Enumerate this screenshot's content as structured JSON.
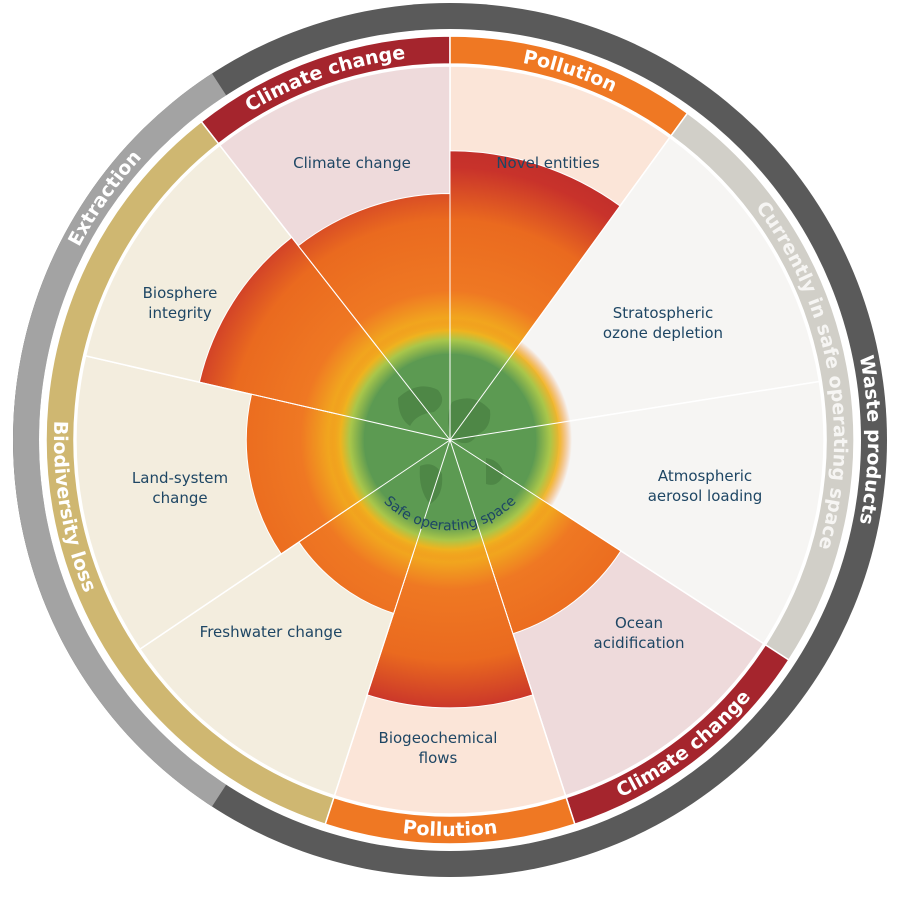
{
  "center_label": "Safe operating space",
  "boundaries": [
    {
      "label": "Novel entities",
      "group": "pollution",
      "status": "transgressed",
      "level": 0.95
    },
    {
      "label": "Stratospheric ozone depletion",
      "group": "safe",
      "status": "safe",
      "level": 0.35
    },
    {
      "label": "Atmospheric aerosol loading",
      "group": "safe",
      "status": "safe",
      "level": 0.33
    },
    {
      "label": "Ocean acidification",
      "group": "climate",
      "status": "increasing",
      "level": 0.55
    },
    {
      "label": "Biogeochemical flows",
      "group": "pollution",
      "status": "transgressed",
      "level": 0.85
    },
    {
      "label": "Freshwater change",
      "group": "biodiversity",
      "status": "increasing",
      "level": 0.45
    },
    {
      "label": "Land-system change",
      "group": "biodiversity",
      "status": "increasing",
      "level": 0.55
    },
    {
      "label": "Biosphere integrity",
      "group": "biodiversity",
      "status": "transgressed",
      "level": 0.8
    },
    {
      "label": "Climate change",
      "group": "climate",
      "status": "transgressed",
      "level": 0.75
    }
  ],
  "group_bands": [
    {
      "key": "climate_top",
      "label": "Climate change",
      "color": "#a5252d"
    },
    {
      "key": "pollution_top",
      "label": "Pollution",
      "color": "#ef7823"
    },
    {
      "key": "safe",
      "label": "Currently in safe operating space",
      "color": "#d1cfc8"
    },
    {
      "key": "climate_bottom",
      "label": "Climate change",
      "color": "#a5252d"
    },
    {
      "key": "pollution_bottom",
      "label": "Pollution",
      "color": "#ef7823"
    },
    {
      "key": "biodiversity",
      "label": "Biodiversity loss",
      "color": "#cfb771"
    }
  ],
  "outer_ring": [
    {
      "label": "Waste products",
      "color": "#5a5a5a"
    },
    {
      "label": "Extraction",
      "color": "#a3a3a3"
    }
  ],
  "colors": {
    "climate_bg": "#eedadb",
    "pollution_bg": "#fbe5d8",
    "safe_bg": "#f6f5f3",
    "biodiversity_bg": "#f3edde",
    "safe_core": "#5c9a52",
    "transgressed_dark": "#a5252d",
    "increasing_orange": "#ef7823"
  }
}
